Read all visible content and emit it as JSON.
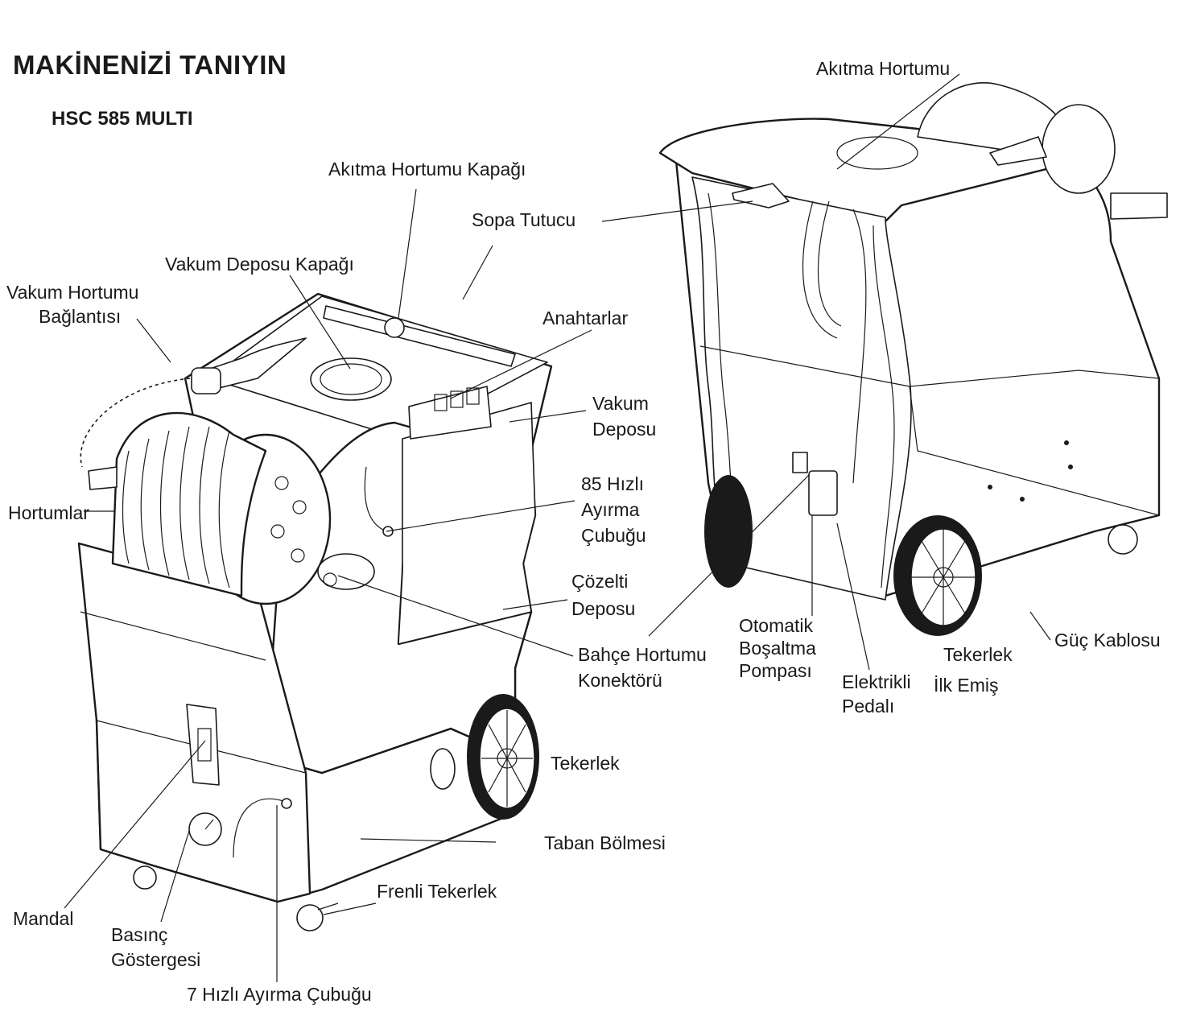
{
  "header": {
    "title": "MAKİNENİZİ TANIYIN",
    "model": "HSC 585 MULTI"
  },
  "labels": {
    "akitma_hortumu_kapagi": "Akıtma Hortumu Kapağı",
    "sopa_tutucu": "Sopa Tutucu",
    "vakum_deposu_kapagi": "Vakum Deposu Kapağı",
    "vakum_hortumu_baglantisi_1": "Vakum Hortumu",
    "vakum_hortumu_baglantisi_2": "Bağlantısı",
    "anahtarlar": "Anahtarlar",
    "vakum_deposu_1": "Vakum",
    "vakum_deposu_2": "Deposu",
    "hizli_ayirma_85_1": "85 Hızlı",
    "hizli_ayirma_85_2": "Ayırma",
    "hizli_ayirma_85_3": "Çubuğu",
    "hortumlar": "Hortumlar",
    "cozelti_deposu_1": "Çözelti",
    "cozelti_deposu_2": "Deposu",
    "bahce_hortumu_1": "Bahçe Hortumu",
    "bahce_hortumu_2": "Konektörü",
    "tekerlek_left": "Tekerlek",
    "taban_bolmesi": "Taban Bölmesi",
    "frenli_tekerlek": "Frenli Tekerlek",
    "mandal": "Mandal",
    "basinc_1": "Basınç",
    "basinc_2": "Göstergesi",
    "hizli_ayirma_7": "7 Hızlı Ayırma Çubuğu",
    "akitma_hortumu": "Akıtma Hortumu",
    "otomatik_1": "Otomatik",
    "otomatik_2": "Boşaltma",
    "otomatik_3": "Pompası",
    "elektrikli_1": "Elektrikli",
    "elektrikli_2": "Pedalı",
    "tekerlek_ilk_1": "Tekerlek",
    "tekerlek_ilk_2": "İlk Emiş",
    "guc_kablosu": "Güç Kablosu"
  }
}
